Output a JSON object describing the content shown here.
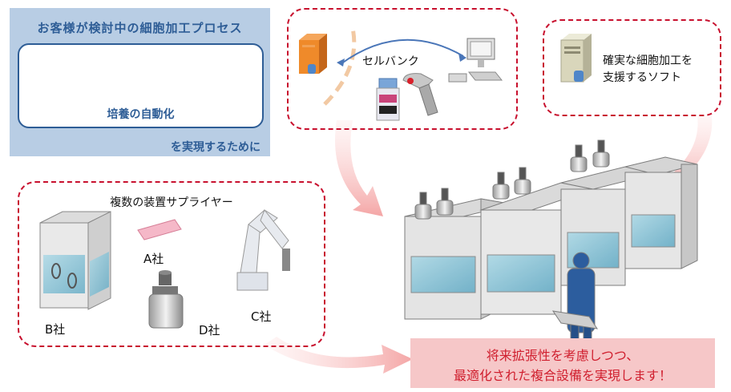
{
  "customer_panel": {
    "title": "お客様が検討中の細胞加工プロセス",
    "automation_label": "培養の自動化",
    "footer": "を実現するために"
  },
  "cell_bank": {
    "label": "セルバンク"
  },
  "software": {
    "line1": "確実な細胞加工を",
    "line2": "支援するソフト"
  },
  "suppliers": {
    "title": "複数の装置サプライヤー",
    "company_a": "A社",
    "company_b": "B社",
    "company_c": "C社",
    "company_d": "D社"
  },
  "callout": {
    "line1": "将来拡張性を考慮しつつ、",
    "line2": "最適化された複合設備を実現します！"
  },
  "colors": {
    "panel_blue": "#b8cde4",
    "title_blue": "#2e5d96",
    "dash_red": "#c8102e",
    "callout_pink": "#f6c7c8",
    "callout_text": "#d0202f"
  }
}
